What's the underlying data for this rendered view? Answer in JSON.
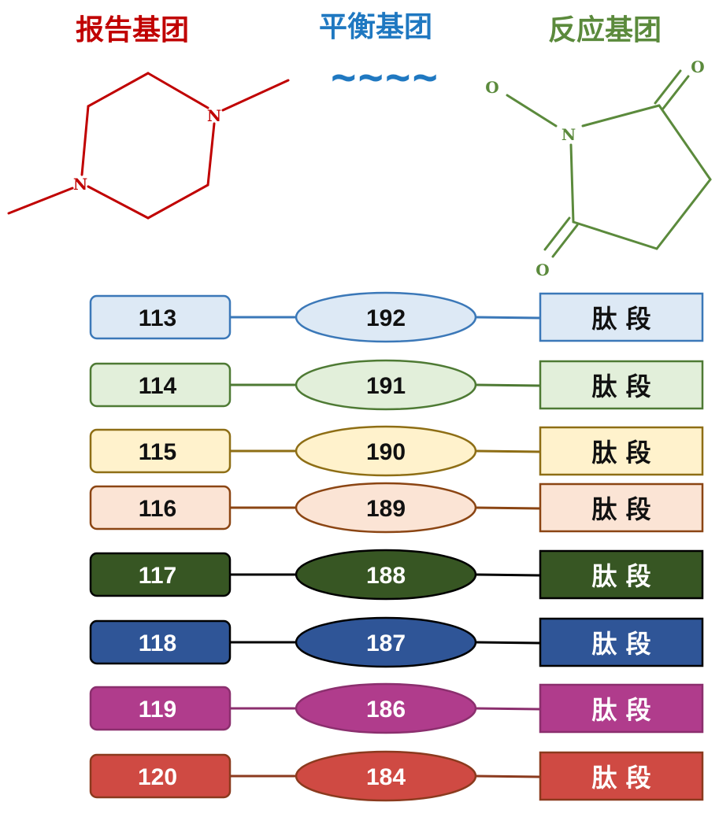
{
  "headers": {
    "reporter": {
      "label": "报告基团",
      "color": "#c00000"
    },
    "balance": {
      "label": "平衡基团",
      "color": "#1f78c1"
    },
    "reactive": {
      "label": "反应基团",
      "color": "#5b8a3c"
    }
  },
  "wave": "~~~~",
  "reporter_structure": {
    "atoms": [
      "N",
      "N"
    ],
    "color": "#c00000"
  },
  "reactive_structure": {
    "atoms": [
      "O",
      "N",
      "O",
      "O"
    ],
    "color": "#5b8a3c"
  },
  "peptide_label": "肽 段",
  "rows": [
    {
      "reporter": "113",
      "balance": "192",
      "fill": "#dde9f5",
      "stroke": "#3b78b8",
      "line": "#3b78b8",
      "text": "#111111"
    },
    {
      "reporter": "114",
      "balance": "191",
      "fill": "#e2efda",
      "stroke": "#4e7a34",
      "line": "#4e7a34",
      "text": "#111111"
    },
    {
      "reporter": "115",
      "balance": "190",
      "fill": "#fff2cc",
      "stroke": "#8e6e15",
      "line": "#8e6e15",
      "text": "#111111"
    },
    {
      "reporter": "116",
      "balance": "189",
      "fill": "#fbe4d5",
      "stroke": "#8b4513",
      "line": "#8b4513",
      "text": "#111111"
    },
    {
      "reporter": "117",
      "balance": "188",
      "fill": "#375623",
      "stroke": "#000000",
      "line": "#000000",
      "text": "#ffffff"
    },
    {
      "reporter": "118",
      "balance": "187",
      "fill": "#2f5597",
      "stroke": "#000000",
      "line": "#000000",
      "text": "#ffffff"
    },
    {
      "reporter": "119",
      "balance": "186",
      "fill": "#b03c8c",
      "stroke": "#8b2f6e",
      "line": "#8b2f6e",
      "text": "#ffffff"
    },
    {
      "reporter": "120",
      "balance": "184",
      "fill": "#cf4a43",
      "stroke": "#8b3a1e",
      "line": "#8b3a1e",
      "text": "#ffffff"
    }
  ]
}
